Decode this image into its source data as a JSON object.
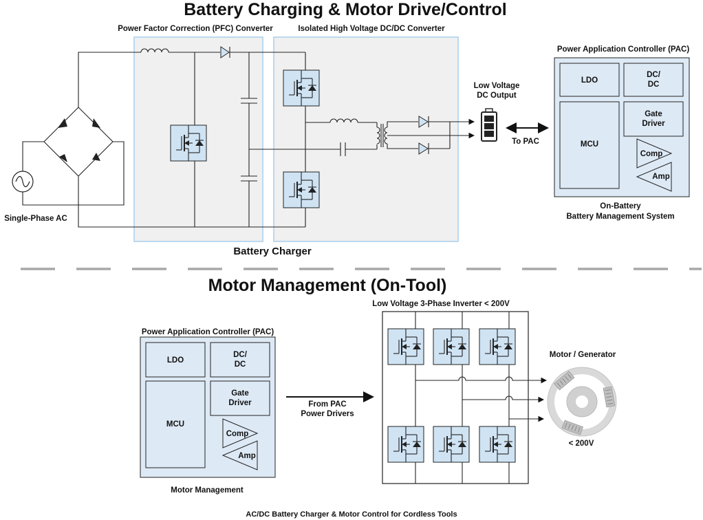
{
  "top": {
    "title": "Battery Charging & Motor Drive/Control",
    "pfc_label": "Power Factor Correction (PFC) Converter",
    "dcdc_label": "Isolated High Voltage DC/DC Converter",
    "ac_label": "Single-Phase AC",
    "charger_label": "Battery Charger",
    "lv_output_line1": "Low Voltage",
    "lv_output_line2": "DC  Output",
    "to_pac": "To PAC",
    "pac": {
      "title": "Power Application Controller (PAC)",
      "ldo": "LDO",
      "dcdc_line1": "DC/",
      "dcdc_line2": "DC",
      "mcu": "MCU",
      "gate_line1": "Gate",
      "gate_line2": "Driver",
      "comp": "Comp",
      "amp": "Amp"
    },
    "bms_line1": "On-Battery",
    "bms_line2": "Battery Management System"
  },
  "bottom": {
    "title": "Motor Management (On-Tool)",
    "inverter_label": "Low Voltage 3-Phase Inverter < 200V",
    "from_pac_line1": "From PAC",
    "from_pac_line2": "Power Drivers",
    "motor_label": "Motor / Generator",
    "motor_voltage": "< 200V",
    "motor_mgmt_label": "Motor Management",
    "pac": {
      "title": "Power Application Controller (PAC)",
      "ldo": "LDO",
      "dcdc_line1": "DC/",
      "dcdc_line2": "DC",
      "mcu": "MCU",
      "gate_line1": "Gate",
      "gate_line2": "Driver",
      "comp": "Comp",
      "amp": "Amp"
    }
  },
  "footer": "AC/DC Battery Charger & Motor Control for Cordless Tools",
  "colors": {
    "block_fill": "#dde9f5",
    "switch_fill": "#cfe3f3",
    "region_fill": "#f0f0f0",
    "region_border": "#bcd8ee",
    "divider": "#a8a8a8",
    "motor_gray": "#c8c8c8"
  },
  "icons": [
    "ac-source-icon",
    "diode-icon",
    "mosfet-switch-icon",
    "inductor-icon",
    "capacitor-icon",
    "transformer-icon",
    "battery-icon",
    "motor-icon",
    "double-arrow-icon"
  ]
}
